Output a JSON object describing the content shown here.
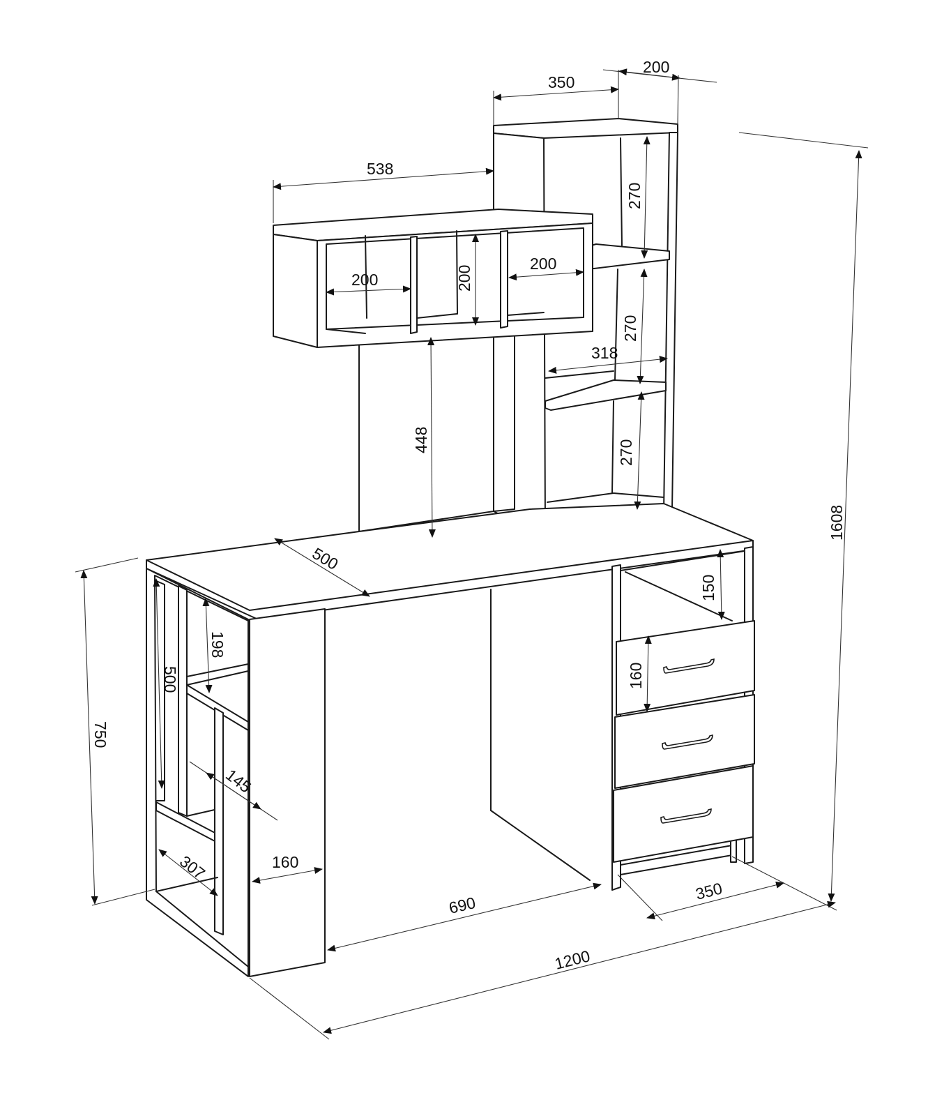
{
  "dimensions": {
    "shelf_top_depth": "200",
    "tower_width": "350",
    "long_shelf_width": "538",
    "tower_section_1_height": "270",
    "tower_section_2_height": "270",
    "tower_section_3_height": "270",
    "cell_width_left": "200",
    "cell_height": "200",
    "cell_width_right": "200",
    "tower_inner_width": "318",
    "superstructure_height": "448",
    "total_height": "1608",
    "desk_depth": "500",
    "top_niche_height": "150",
    "drawer_height": "160",
    "left_section_height": "198",
    "left_inner_height": "500",
    "desk_height": "750",
    "left_bay_width": "145",
    "left_depth": "307",
    "pedestal_width": "160",
    "knee_space_width": "690",
    "drawer_block_width": "350",
    "total_width": "1200"
  },
  "colors": {
    "line": "#1a1a1a",
    "background": "#ffffff"
  }
}
